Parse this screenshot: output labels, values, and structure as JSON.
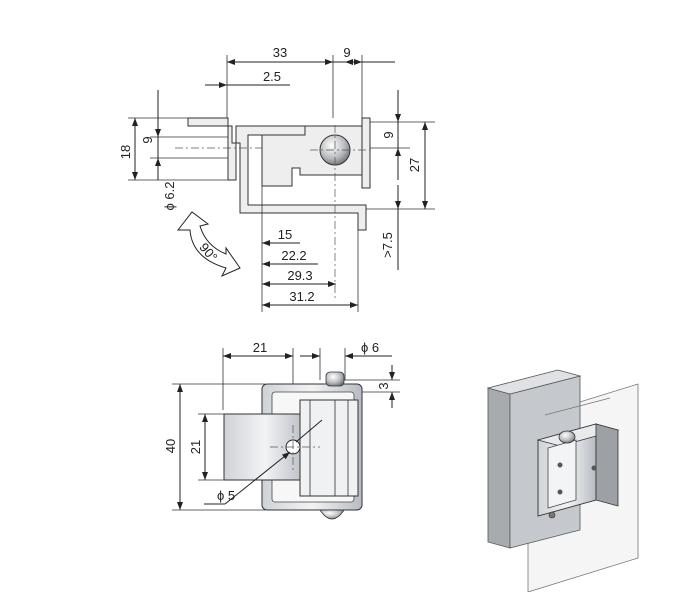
{
  "front_view": {
    "dims": {
      "d33": "33",
      "d9_top": "9",
      "d2_5": "2.5",
      "d18": "18",
      "d9_left": "9",
      "d9_right": "9",
      "d27": "27",
      "phi6_2": "ϕ 6.2",
      "d15": "15",
      "d22_2": "22.2",
      "d29_3": "29.3",
      "d31_2": "31.2",
      "gt7_5": ">7.5"
    },
    "rotation_label": "90°"
  },
  "side_view": {
    "dims": {
      "d21_top": "21",
      "phi6": "ϕ 6",
      "d3": "3",
      "d40": "40",
      "d21_left": "21",
      "phi5": "ϕ 5"
    }
  },
  "iso_view": {
    "name": "isometric hinge rendering"
  }
}
